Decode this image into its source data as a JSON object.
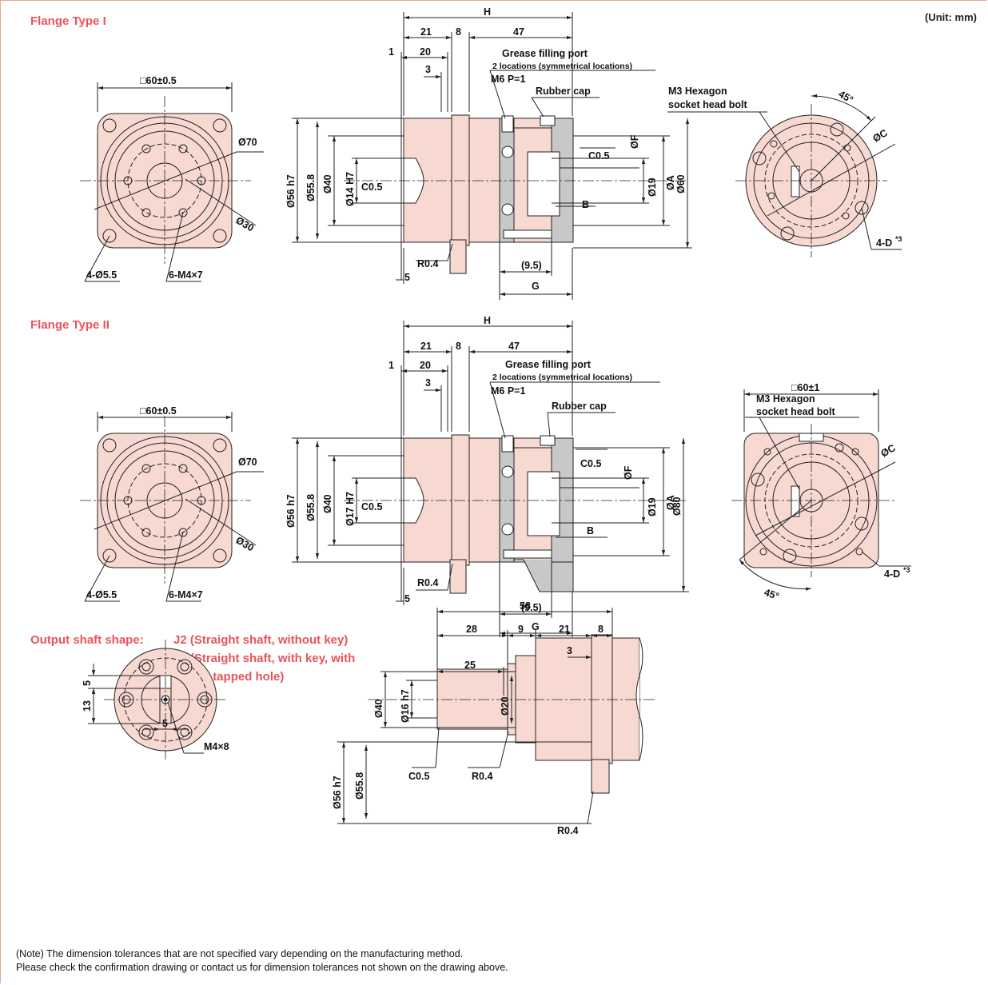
{
  "unit": "(Unit: mm)",
  "sections": {
    "flange1": "Flange Type I",
    "flange2": "Flange Type II",
    "shaft": "Output shaft shape:",
    "shaft_j2": "J2 (Straight shaft, without key)",
    "shaft_j6a": "J6 (Straight shaft, with key, with",
    "shaft_j6b": "center tapped hole)"
  },
  "front1": {
    "square": "□60±0.5",
    "d70": "Ø70",
    "d30": "Ø30",
    "holes": "4-Ø5.5",
    "tap": "6-M4×7"
  },
  "side1": {
    "H": "H",
    "d21": "21",
    "d8": "8",
    "d47": "47",
    "d1": "1",
    "d20": "20",
    "d3": "3",
    "d5": "5",
    "grease": "Grease filling port",
    "grease_loc": "2 locations (symmetrical locations)",
    "grease_thread": "M6 P=1",
    "rubber": "Rubber cap",
    "d56": "Ø56 h7",
    "d558": "Ø55.8",
    "d40": "Ø40",
    "d14": "Ø14 H7",
    "c05a": "C0.5",
    "c05b": "C0.5",
    "dF": "ØF",
    "d19": "Ø19",
    "dA": "ØA",
    "d60": "Ø60",
    "B": "B",
    "r04": "R0.4",
    "d95": "(9.5)",
    "G": "G"
  },
  "rear1": {
    "bolt1": "M3 Hexagon",
    "bolt2": "socket head bolt",
    "angle": "45°",
    "dC": "ØC",
    "fourD": "4-D",
    "sup": "*3"
  },
  "front2": {
    "square": "□60±0.5",
    "d70": "Ø70",
    "d30": "Ø30",
    "holes": "4-Ø5.5",
    "tap": "6-M4×7"
  },
  "side2": {
    "H": "H",
    "d21": "21",
    "d8": "8",
    "d47": "47",
    "d1": "1",
    "d20": "20",
    "d3": "3",
    "d5": "5",
    "grease": "Grease filling port",
    "grease_loc": "2 locations (symmetrical locations)",
    "grease_thread": "M6 P=1",
    "rubber": "Rubber cap",
    "d56": "Ø56 h7",
    "d558": "Ø55.8",
    "d40": "Ø40",
    "d17": "Ø17 H7",
    "c05a": "C0.5",
    "c05b": "C0.5",
    "dF": "ØF",
    "d19": "Ø19",
    "dA": "ØA",
    "d80": "Ø80",
    "B": "B",
    "r04": "R0.4",
    "d95": "(9.5)",
    "G": "G"
  },
  "rear2": {
    "square": "□60±1",
    "bolt1": "M3 Hexagon",
    "bolt2": "socket head bolt",
    "angle": "45°",
    "dC": "ØC",
    "fourD": "4-D",
    "sup": "*3"
  },
  "shaftfront": {
    "d5": "5",
    "m4": "M4×8",
    "v5": "5",
    "v13": "13"
  },
  "shaftside": {
    "d58": "58",
    "d28": "28",
    "d9": "9",
    "d21": "21",
    "d8": "8",
    "d3": "3",
    "d25": "25",
    "d56": "Ø56 h7",
    "d558": "Ø55.8",
    "d40": "Ø40",
    "d16": "Ø16 h7",
    "d20": "Ø20",
    "c05": "C0.5",
    "r04a": "R0.4",
    "r04b": "R0.4"
  },
  "note1": "(Note) The dimension tolerances that are not specified vary depending on the manufacturing method.",
  "note2": "Please check the confirmation drawing or contact us for dimension tolerances not shown on the drawing above.",
  "colors": {
    "fill": "#f7d9d2",
    "accent": "#e8545a",
    "line": "#222222",
    "gray": "#c8c8c8"
  }
}
